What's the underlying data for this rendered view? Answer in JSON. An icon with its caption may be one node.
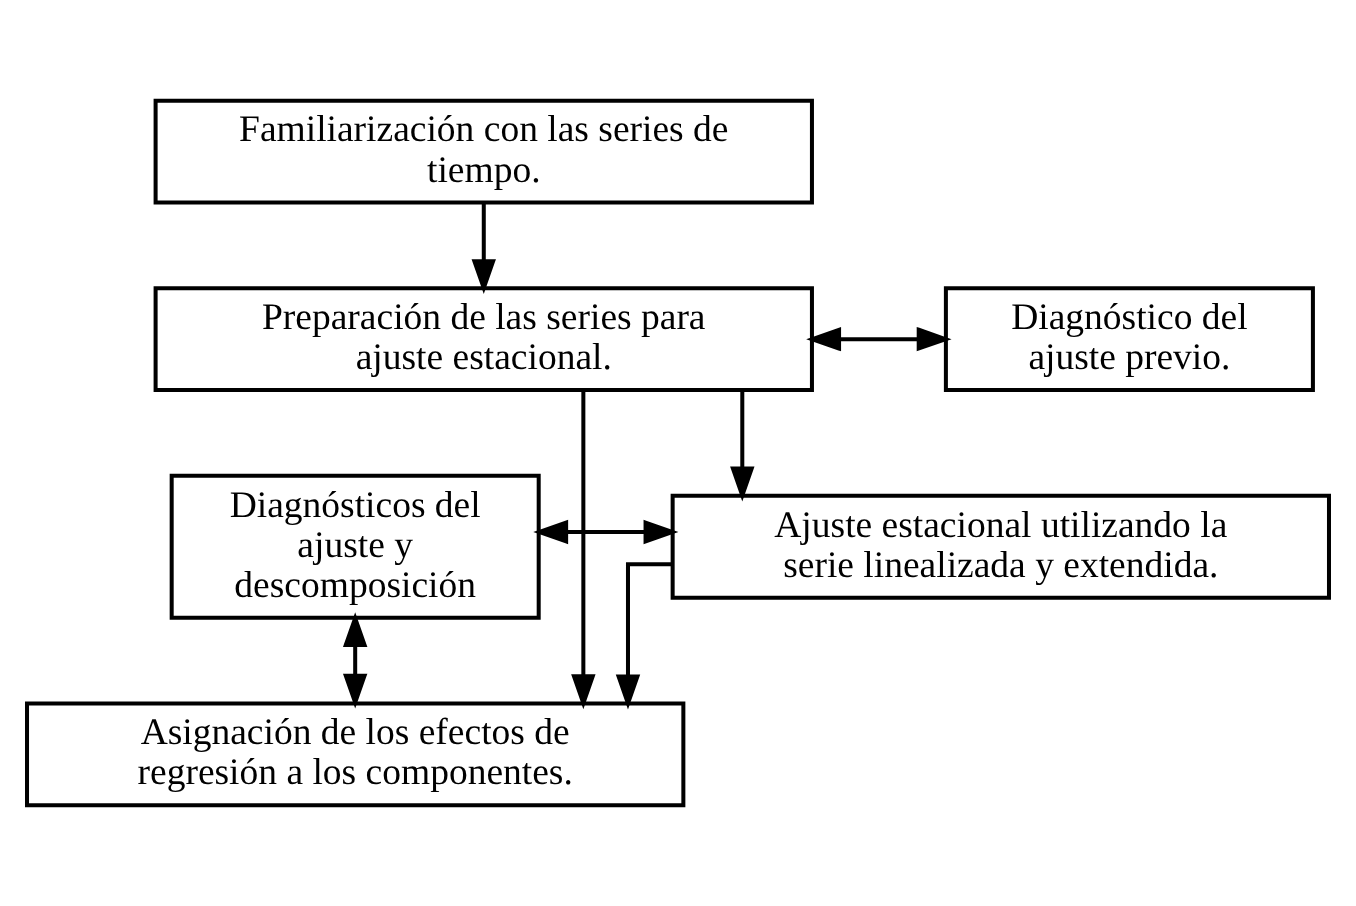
{
  "diagram": {
    "nodes": [
      {
        "text": [
          "Familiarización con las series de tiempo."
        ]
      },
      {
        "text": [
          "Preparación de las series para ajuste estacional."
        ]
      },
      {
        "text": [
          "Diagnóstico del ajuste previo."
        ]
      },
      {
        "text": [
          "Ajuste estacional utilizando la serie linealizada y extendida."
        ]
      },
      {
        "text": [
          "Diagnósticos del ajuste y descomposición"
        ]
      },
      {
        "text": [
          "Asignación de los efectos de regresión a los componentes."
        ]
      }
    ],
    "edges": [
      {
        "from": 0,
        "to": 1,
        "arrow": "to"
      },
      {
        "from": 1,
        "to": 2,
        "arrow": "both"
      },
      {
        "from": 1,
        "to": 3,
        "arrow": "to"
      },
      {
        "from": 3,
        "to": 5,
        "arrow": "to"
      },
      {
        "from": 1,
        "to": 5,
        "arrow": "to"
      },
      {
        "from": 4,
        "to": 3,
        "arrow": "both"
      },
      {
        "from": 4,
        "to": 5,
        "arrow": "both"
      }
    ]
  }
}
